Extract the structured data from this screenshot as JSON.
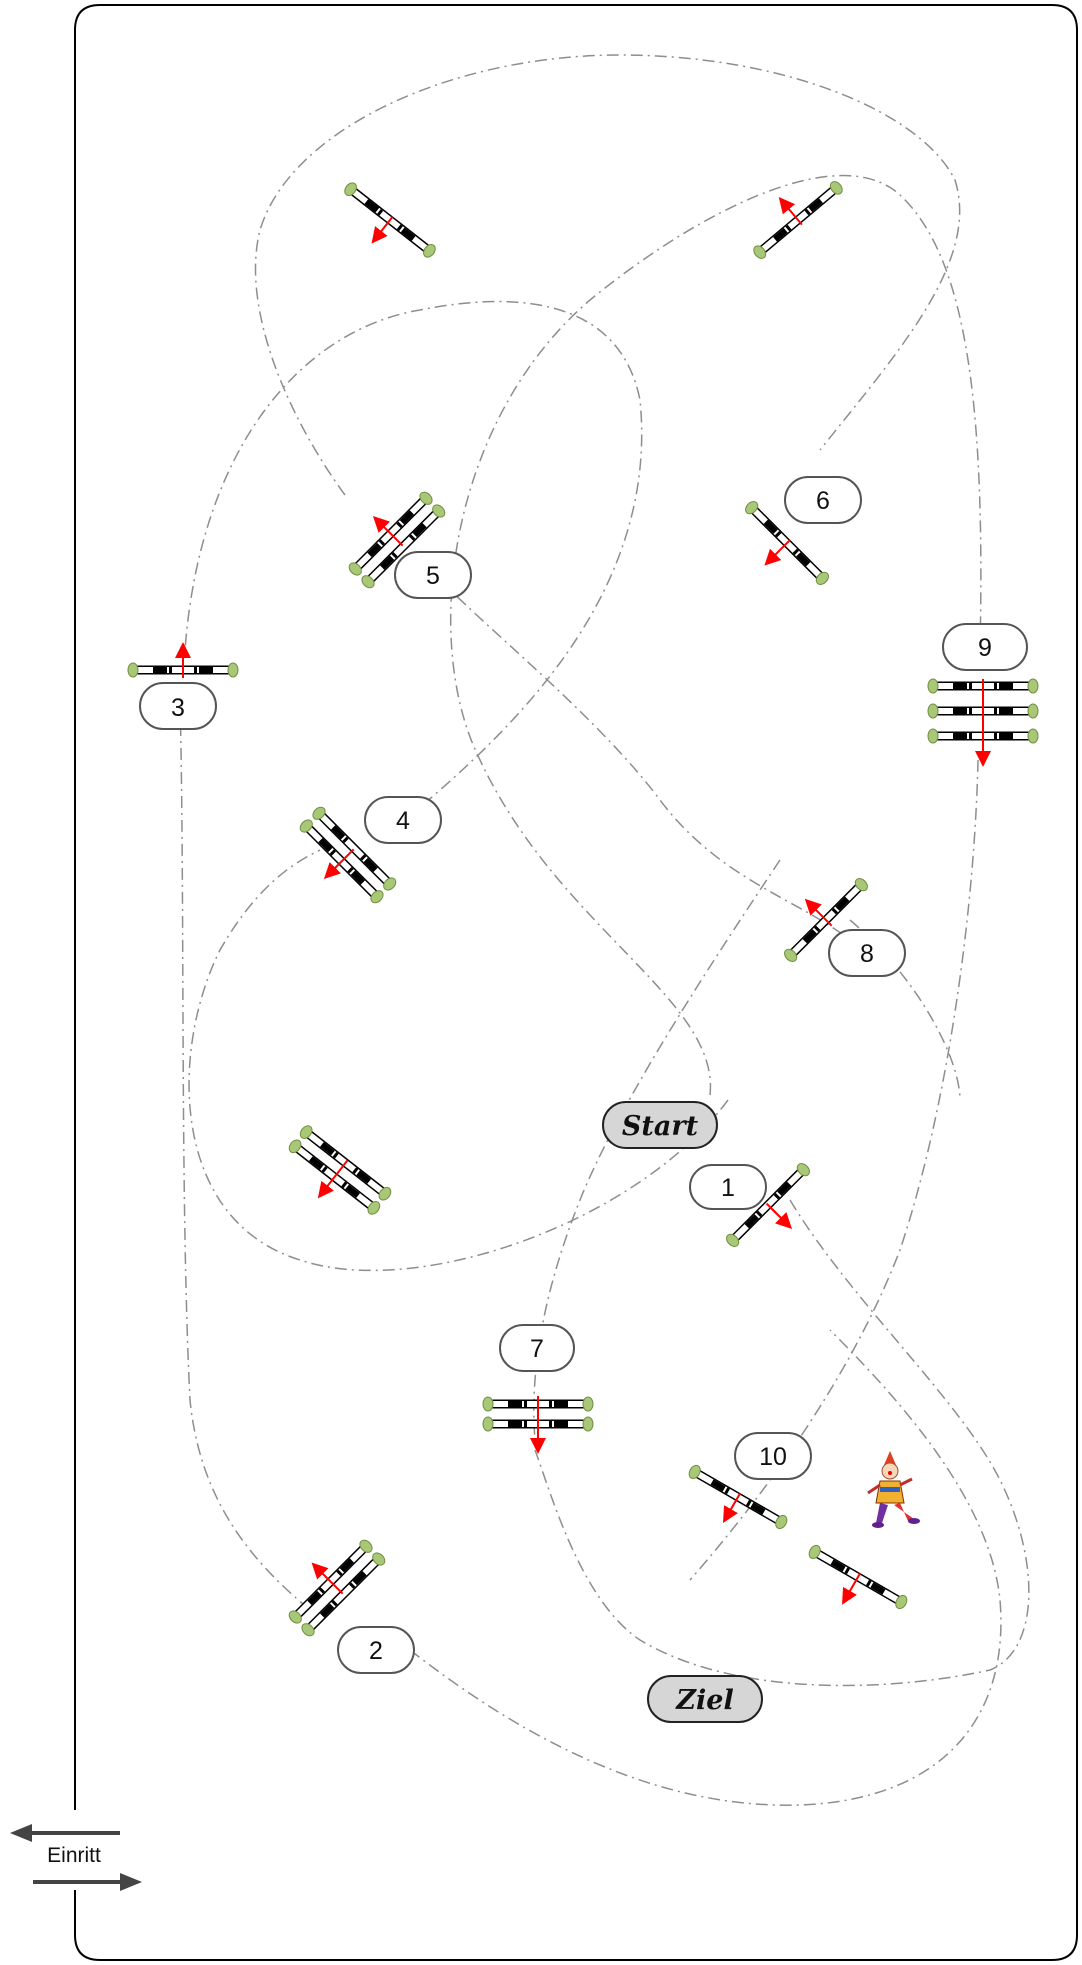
{
  "course": {
    "start_label": "Start",
    "finish_label": "Ziel",
    "entry_label": "Einritt",
    "colors": {
      "arena_border": "#000000",
      "route": "#8e8e8e",
      "arrow": "#ff0000",
      "pole_stripe": "#000000",
      "standard": "#a8c878",
      "bubble_fill": "#ffffff",
      "special_bubble_fill": "#d6d6d6"
    },
    "obstacles": [
      {
        "number": "1"
      },
      {
        "number": "2"
      },
      {
        "number": "3"
      },
      {
        "number": "4"
      },
      {
        "number": "5"
      },
      {
        "number": "6"
      },
      {
        "number": "7"
      },
      {
        "number": "8"
      },
      {
        "number": "9"
      },
      {
        "number": "10"
      }
    ],
    "decorations": [
      "clown-figure"
    ]
  }
}
